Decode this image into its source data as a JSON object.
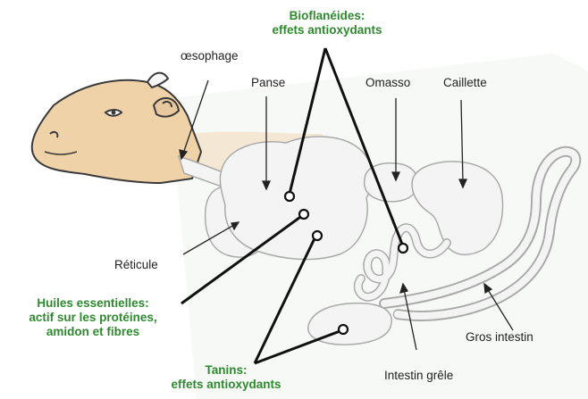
{
  "labels": {
    "oesophage": "œsophage",
    "panse": "Panse",
    "omasso": "Omasso",
    "caillette": "Caillette",
    "reticule": "Réticule",
    "gros_intestin": "Gros intestin",
    "intestin_grele": "Intestin grêle"
  },
  "callouts": {
    "bioflaneides": {
      "line1": "Bioflanéides:",
      "line2": "effets antioxydants"
    },
    "huiles": {
      "line1": "Huiles essentielles:",
      "line2": "actif sur les protéines,",
      "line3": "amidon et fibres"
    },
    "tanins": {
      "line1": "Tanins:",
      "line2": "effets antioxydants"
    }
  },
  "colors": {
    "accent_green": "#2e8a2e",
    "cow_fill": "#f0d2a8",
    "organ_fill": "#f4f4f4",
    "outline": "#aaaaaa",
    "line": "#111111"
  }
}
